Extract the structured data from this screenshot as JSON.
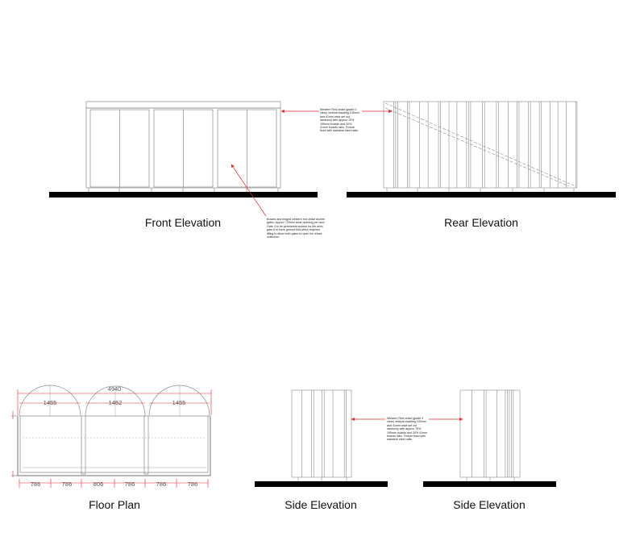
{
  "views": {
    "front_elevation": "Front Elevation",
    "rear_elevation": "Rear Elevation",
    "floor_plan": "Floor Plan",
    "side_elevation_1": "Side Elevation",
    "side_elevation_2": "Side Elevation"
  },
  "notes": {
    "cladding_top": "Western Red cedar (grade 2 clear) vertical cladding 195mm and 41mm wide set out randomly with approx 70% 195mm boards and 30% 41mm boards ratio. Fixture fixed with stainless steel nails.",
    "gates": "Braced and ledged western red cedar double gates, approx 725mm clear opening per door. Gate 4 to be permanent access for bin area, gate 6 to have ground bolt which requires lifting to allow both gates to open for refuse collection.",
    "cladding_side": "Western Red cedar (grade 2 clear) vertical cladding 195mm and 41mm wide set out randomly with approx 70% 195mm boards and 30% 41mm boards ratio. Fixture fixed with stainless steel nails."
  },
  "dimensions": {
    "overall": "4940",
    "bays": [
      "1455",
      "1452",
      "1455"
    ],
    "gates": [
      "786",
      "786",
      "806",
      "786",
      "786",
      "786"
    ]
  },
  "colors": {
    "line": "#8a8a8a",
    "ground": "#000000",
    "dimension": "#e8262b"
  }
}
